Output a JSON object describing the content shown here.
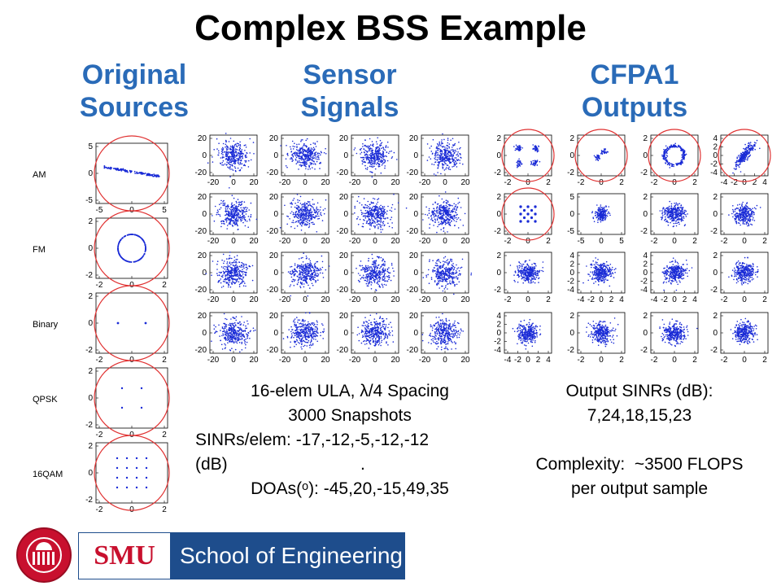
{
  "slide": {
    "title": "Complex BSS Example",
    "columns": {
      "original": [
        "Original",
        "Sources"
      ],
      "sensor": [
        "Sensor",
        "Signals"
      ],
      "cfpa": [
        "CFPA1",
        "Outputs"
      ]
    }
  },
  "sources": [
    {
      "label": "AM",
      "yticks": [
        "5",
        "0",
        "-5"
      ],
      "xticks": [
        "-5",
        "0",
        "5"
      ]
    },
    {
      "label": "FM",
      "yticks": [
        "2",
        "0",
        "-2"
      ],
      "xticks": [
        "-2",
        "0",
        "2"
      ]
    },
    {
      "label": "Binary",
      "yticks": [
        "2",
        "0",
        "-2"
      ],
      "xticks": [
        "-2",
        "0",
        "2"
      ]
    },
    {
      "label": "QPSK",
      "yticks": [
        "2",
        "0",
        "-2"
      ],
      "xticks": [
        "-2",
        "0",
        "2"
      ]
    },
    {
      "label": "16QAM",
      "yticks": [
        "2",
        "0",
        "-2"
      ],
      "xticks": [
        "-2",
        "0",
        "2"
      ]
    }
  ],
  "sensor_ticks": {
    "y": [
      "20",
      "0",
      "-20"
    ],
    "x": [
      "-20",
      "0",
      "20"
    ]
  },
  "cfpa_ticks": [
    [
      {
        "y": [
          "2",
          "0",
          "-2"
        ],
        "x": [
          "-2",
          "0",
          "2"
        ]
      },
      {
        "y": [
          "2",
          "0",
          "-2"
        ],
        "x": [
          "-2",
          "0",
          "2"
        ]
      },
      {
        "y": [
          "2",
          "0",
          "-2"
        ],
        "x": [
          "-2",
          "0",
          "2"
        ]
      },
      {
        "y": [
          "4",
          "2",
          "0",
          "-2",
          "-4"
        ],
        "x": [
          "-4",
          "-2",
          "0",
          "2",
          "4"
        ]
      }
    ],
    [
      {
        "y": [
          "2",
          "0",
          "-2"
        ],
        "x": [
          "-2",
          "0",
          "2"
        ]
      },
      {
        "y": [
          "5",
          "0",
          "-5"
        ],
        "x": [
          "-5",
          "0",
          "5"
        ]
      },
      {
        "y": [
          "2",
          "0",
          "-2"
        ],
        "x": [
          "-2",
          "0",
          "2"
        ]
      },
      {
        "y": [
          "2",
          "0",
          "-2"
        ],
        "x": [
          "-2",
          "0",
          "2"
        ]
      }
    ],
    [
      {
        "y": [
          "2",
          "0",
          "-2"
        ],
        "x": [
          "-2",
          "0",
          "2"
        ]
      },
      {
        "y": [
          "4",
          "2",
          "0",
          "-2",
          "-4"
        ],
        "x": [
          "-4",
          "-2",
          "0",
          "2",
          "4"
        ]
      },
      {
        "y": [
          "4",
          "2",
          "0",
          "-2",
          "-4"
        ],
        "x": [
          "-4",
          "-2",
          "0",
          "2",
          "4"
        ]
      },
      {
        "y": [
          "2",
          "0",
          "-2"
        ],
        "x": [
          "-2",
          "0",
          "2"
        ]
      }
    ],
    [
      {
        "y": [
          "4",
          "2",
          "0",
          "-2",
          "-4"
        ],
        "x": [
          "-4",
          "-2",
          "0",
          "2",
          "4"
        ]
      },
      {
        "y": [
          "2",
          "0",
          "-2"
        ],
        "x": [
          "-2",
          "0",
          "2"
        ]
      },
      {
        "y": [
          "2",
          "0",
          "-2"
        ],
        "x": [
          "-2",
          "0",
          "2"
        ]
      },
      {
        "y": [
          "2",
          "0",
          "-2"
        ],
        "x": [
          "-2",
          "0",
          "2"
        ]
      }
    ]
  ],
  "info_left": {
    "line1": "16-elem ULA, λ/4 Spacing",
    "line2": "3000 Snapshots",
    "line3": "SINRs/elem: -17,-12,-5,-12,-12",
    "line4": "(dB)                            .",
    "line5": "DOAs(ᵒ): -45,20,-15,49,35"
  },
  "info_right": {
    "line1": "Output SINRs (dB):",
    "line2": "7,24,18,15,23",
    "line3": "",
    "line4": "Complexity:  ~3500 FLOPS",
    "line5": "per output sample"
  },
  "footer": {
    "brand_short": "SMU",
    "brand_school": "School of Engineering"
  },
  "colors": {
    "title": "#000000",
    "heading": "#2a6bb8",
    "points": "#1a2bd6",
    "highlight_circle": "#e03030",
    "brand_blue": "#1e4d8c",
    "brand_red": "#c8102e"
  }
}
